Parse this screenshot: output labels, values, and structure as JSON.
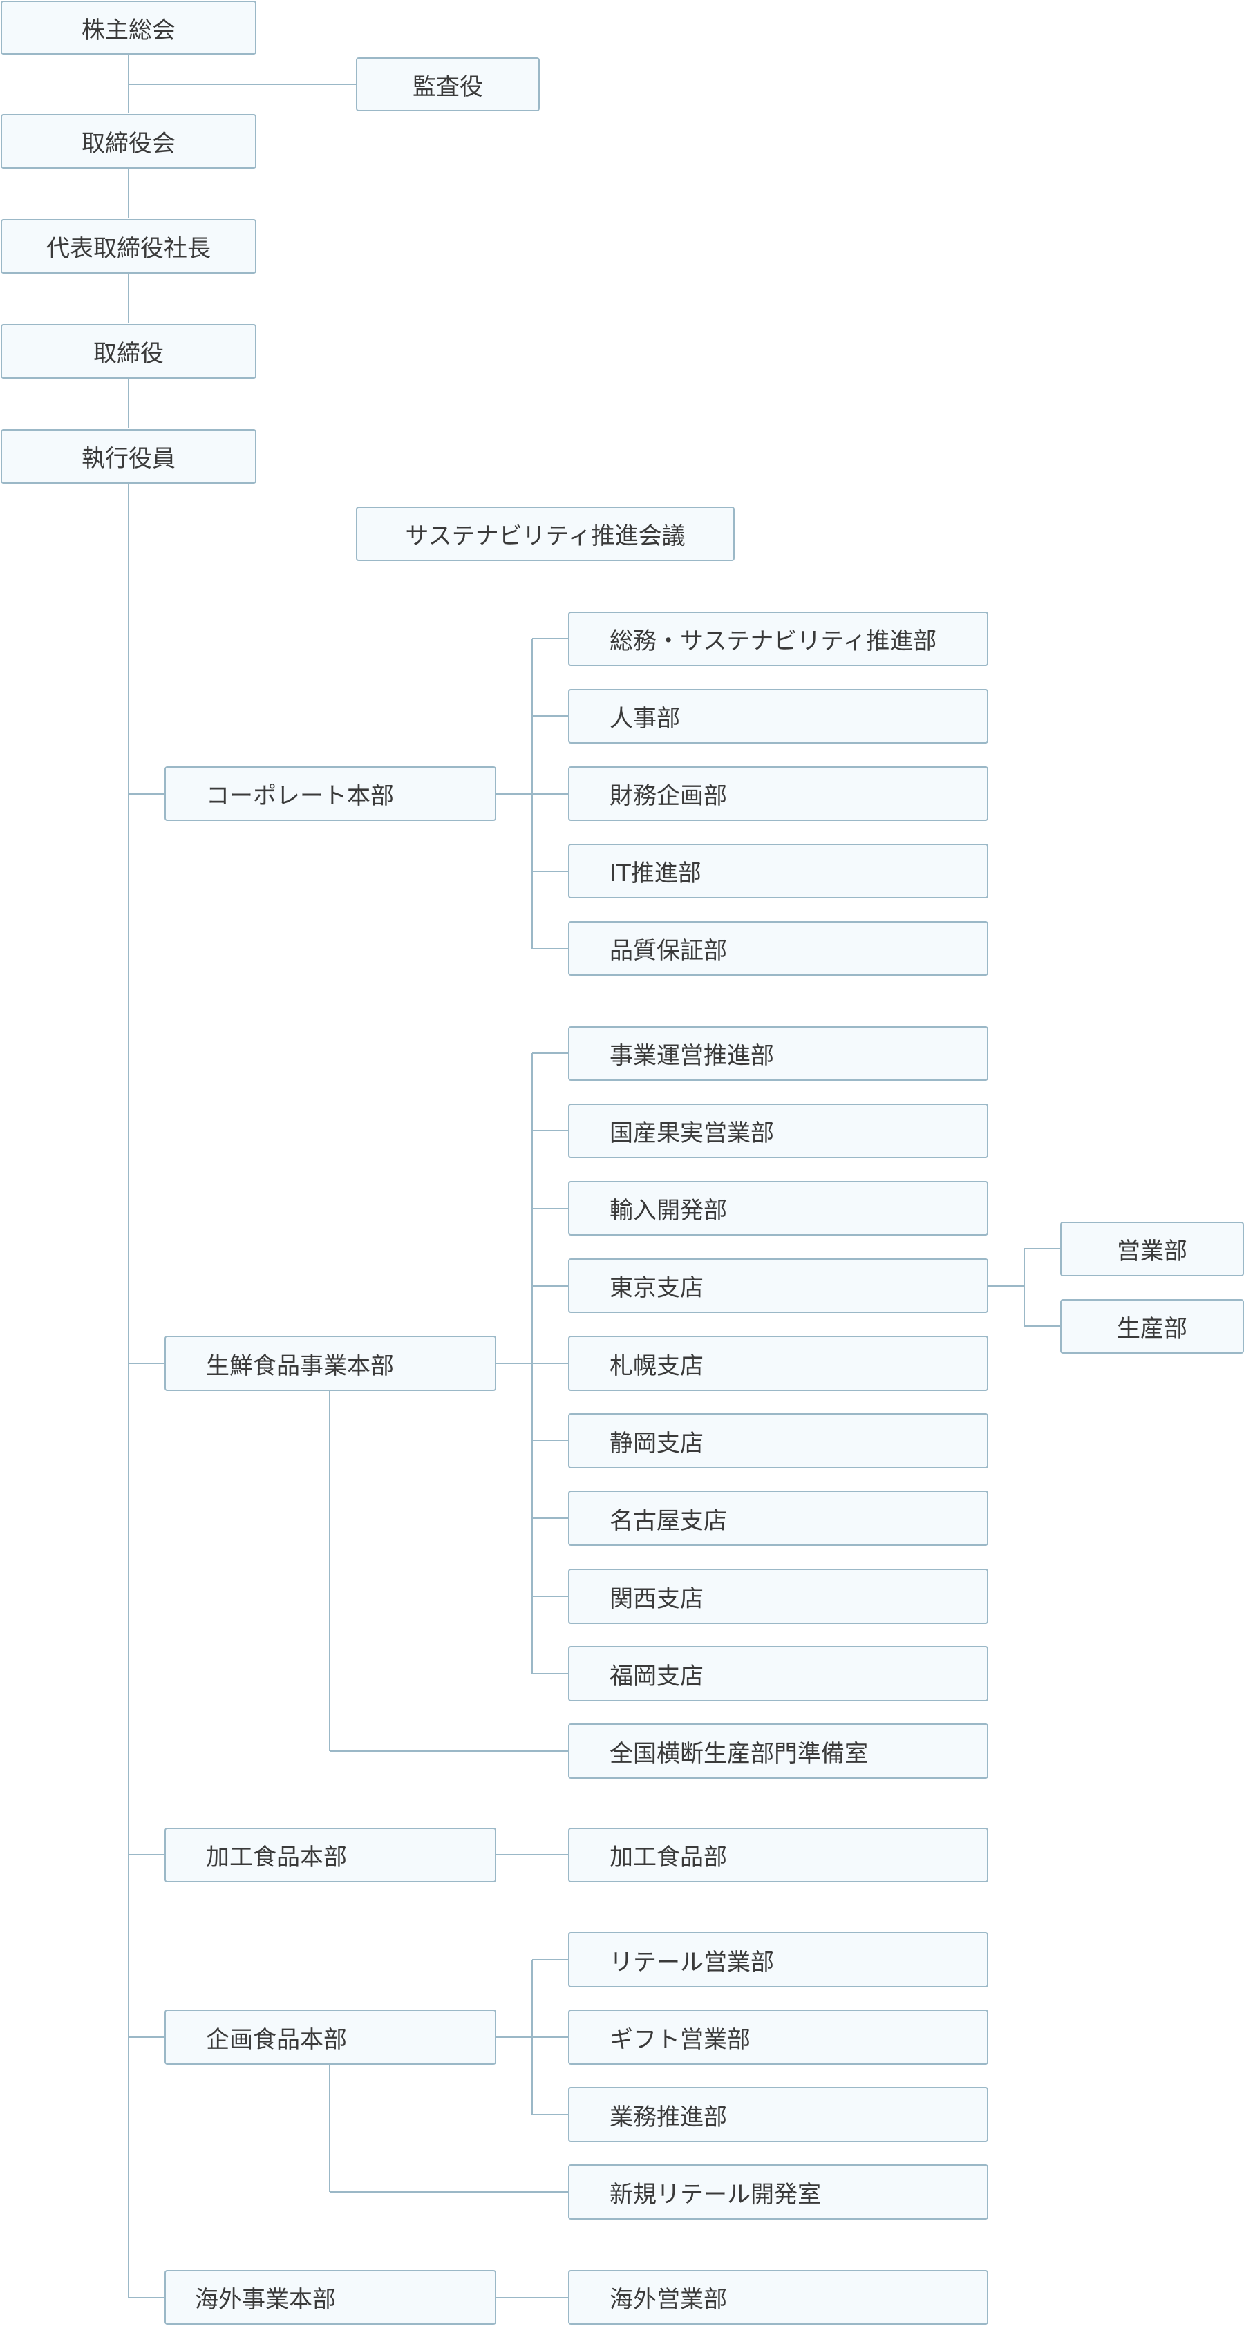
{
  "governance": {
    "shareholders_meeting": "株主総会",
    "auditors": "監査役",
    "board_of_directors": "取締役会",
    "president": "代表取締役社長",
    "directors": "取締役",
    "executive_officers": "執行役員",
    "sustainability_council": "サステナビリティ推進会議"
  },
  "divisions": {
    "corporate": {
      "name": "コーポレート本部",
      "departments": [
        "総務・サステナビリティ推進部",
        "人事部",
        "財務企画部",
        "IT推進部",
        "品質保証部"
      ]
    },
    "fresh_food": {
      "name": "生鮮食品事業本部",
      "departments": [
        "事業運営推進部",
        "国産果実営業部",
        "輸入開発部",
        "東京支店",
        "札幌支店",
        "静岡支店",
        "名古屋支店",
        "関西支店",
        "福岡支店"
      ],
      "tokyo_sub": [
        "営業部",
        "生産部"
      ],
      "prep_office": "全国横断生産部門準備室"
    },
    "processed_food": {
      "name": "加工食品本部",
      "departments": [
        "加工食品部"
      ]
    },
    "planned_food": {
      "name": "企画食品本部",
      "departments": [
        "リテール営業部",
        "ギフト営業部",
        "業務推進部"
      ],
      "new_office": "新規リテール開発室"
    },
    "overseas": {
      "name": "海外事業本部",
      "departments": [
        "海外営業部"
      ]
    }
  },
  "colors": {
    "box_fill": "#f5fafd",
    "box_border": "#9bb8c7",
    "connector": "#9bb8c7",
    "text": "#3a3a3a"
  }
}
